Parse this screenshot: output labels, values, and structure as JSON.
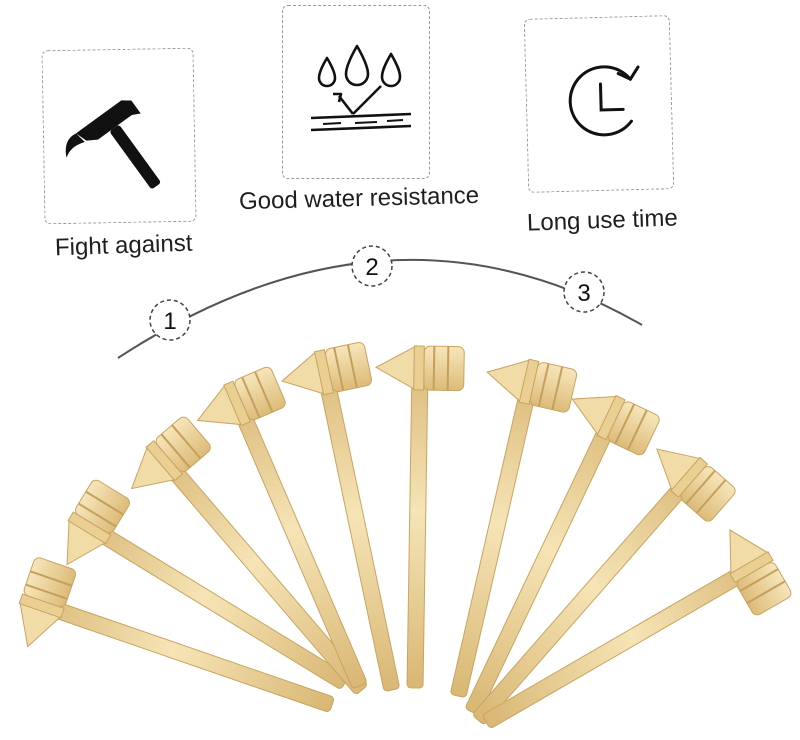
{
  "features": [
    {
      "icon": "hammer-icon",
      "label": "Fight against"
    },
    {
      "icon": "water-drops-icon",
      "label": "Good water resistance"
    },
    {
      "icon": "clock-refresh-icon",
      "label": "Long use time"
    }
  ],
  "steps": [
    "1",
    "2",
    "3"
  ],
  "colors": {
    "wood_light": "#f3dfad",
    "wood_mid": "#e7c98a",
    "wood_dark": "#c9a461",
    "line": "#555555",
    "icon": "#111111"
  }
}
